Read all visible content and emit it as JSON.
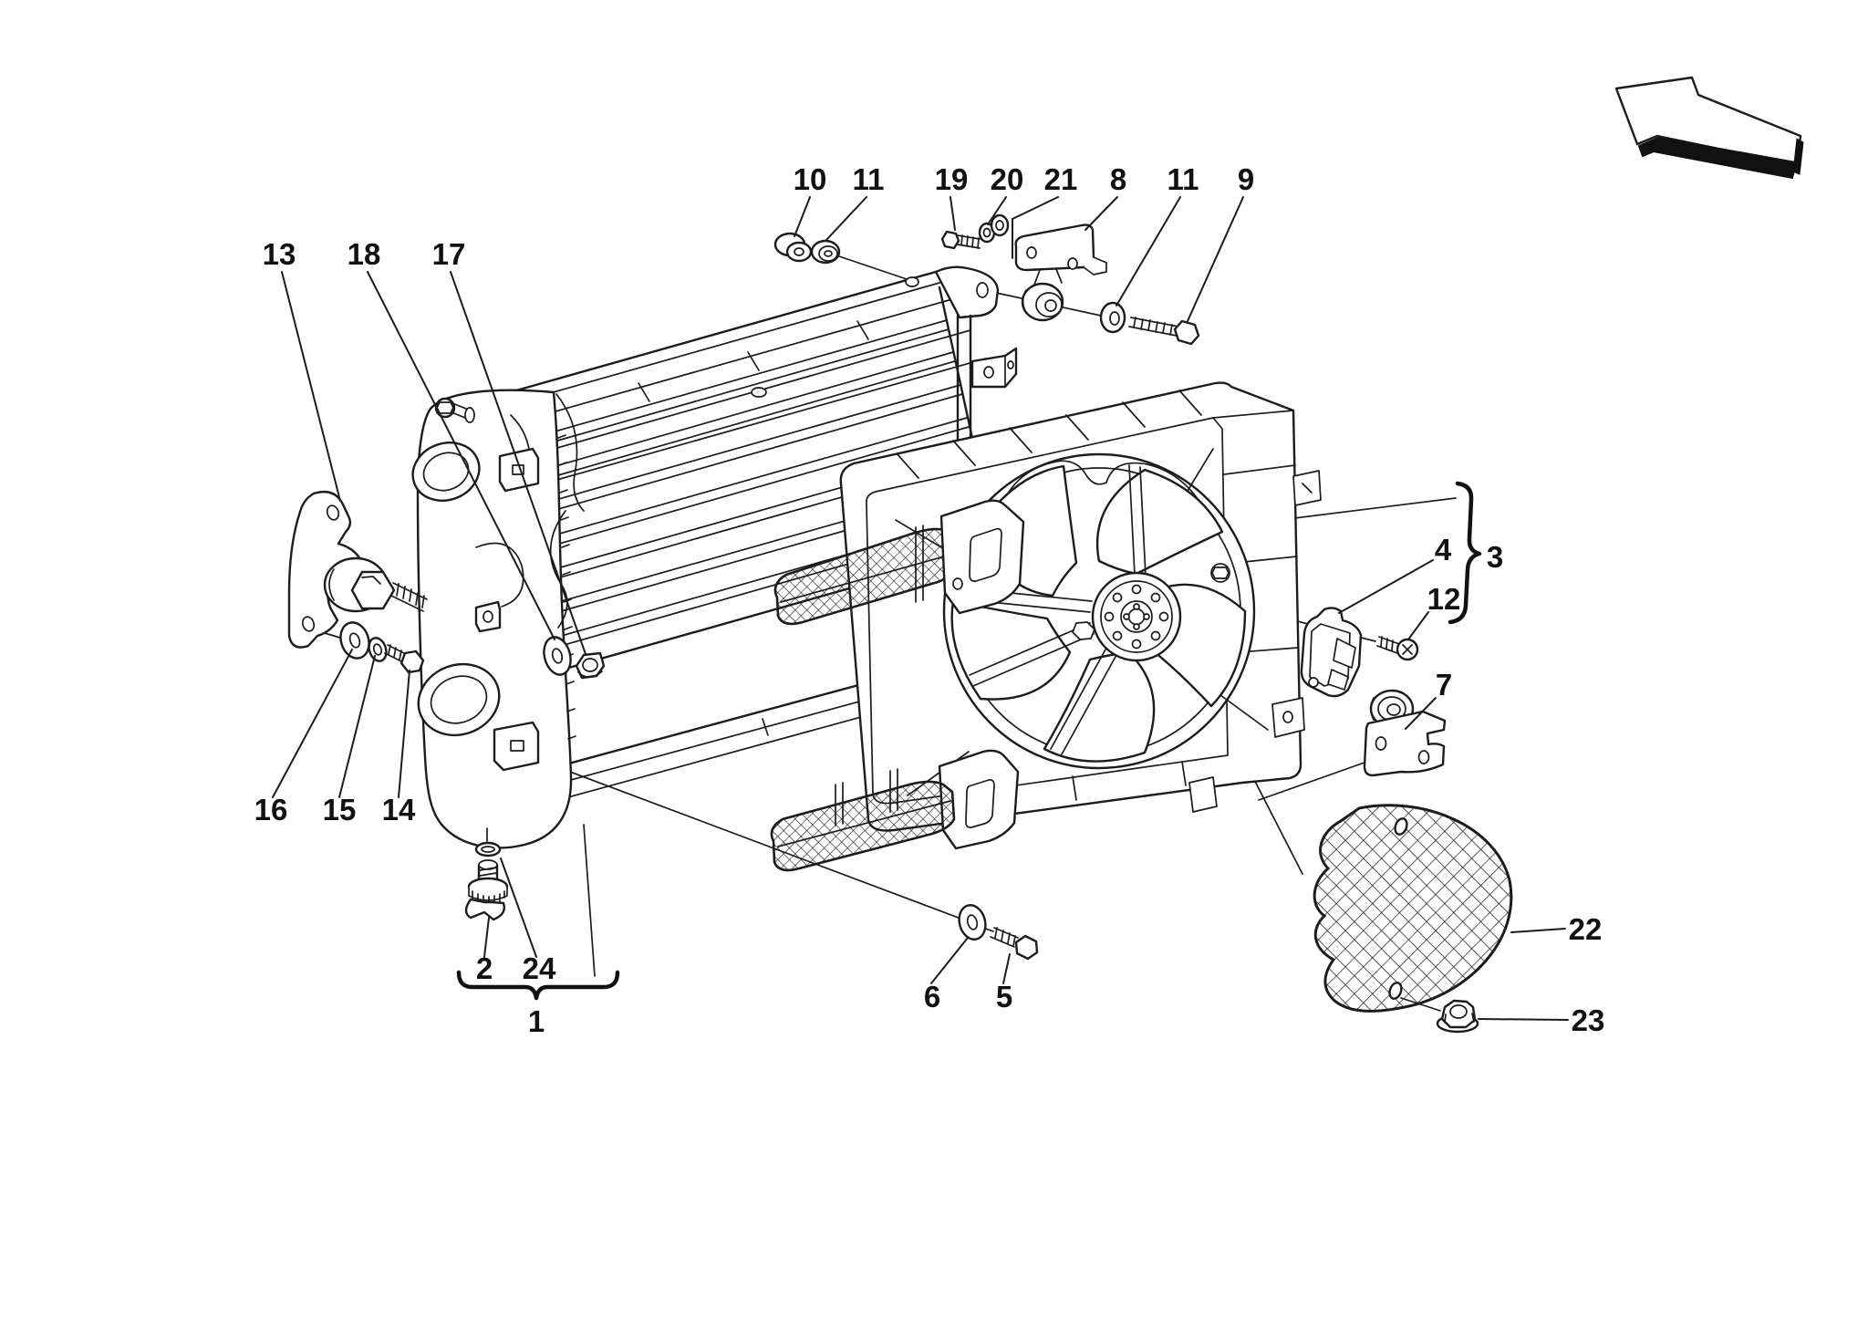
{
  "figure": {
    "type": "exploded-parts-diagram",
    "subject": "radiator and cooling fan assembly",
    "background_color": "#ffffff",
    "line_color": "#1c1c1c",
    "label_color": "#111111"
  },
  "callouts": [
    {
      "part": "grommet-top-left",
      "label": "10"
    },
    {
      "part": "washer-top-left",
      "label": "11"
    },
    {
      "part": "bolt-top-small",
      "label": "19"
    },
    {
      "part": "washer-top-small",
      "label": "20"
    },
    {
      "part": "washer-top-second",
      "label": "21"
    },
    {
      "part": "upper-support-bracket",
      "label": "8"
    },
    {
      "part": "washer-top-right",
      "label": "11"
    },
    {
      "part": "bolt-top-right",
      "label": "9"
    },
    {
      "part": "side-mounting-bracket",
      "label": "13"
    },
    {
      "part": "nut-mid",
      "label": "18"
    },
    {
      "part": "washer-mid",
      "label": "17"
    },
    {
      "part": "washer-lower-large",
      "label": "16"
    },
    {
      "part": "washer-lower-small",
      "label": "15"
    },
    {
      "part": "bolt-lower",
      "label": "14"
    },
    {
      "part": "drain-plug",
      "label": "2"
    },
    {
      "part": "o-ring",
      "label": "24"
    },
    {
      "part": "radiator-assembly",
      "label": "1"
    },
    {
      "part": "washer-bottom-center",
      "label": "6"
    },
    {
      "part": "bolt-bottom-center",
      "label": "5"
    },
    {
      "part": "connector",
      "label": "4"
    },
    {
      "part": "connector-screw",
      "label": "12"
    },
    {
      "part": "fan-assembly",
      "label": "3"
    },
    {
      "part": "lower-support-bracket",
      "label": "7"
    },
    {
      "part": "protection-cover",
      "label": "22"
    },
    {
      "part": "flange-nut",
      "label": "23"
    }
  ]
}
